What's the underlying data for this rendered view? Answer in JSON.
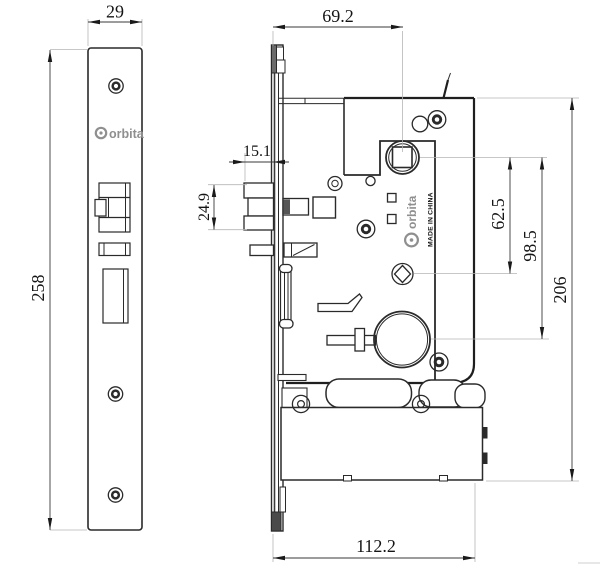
{
  "dimensions": {
    "plate_width": "29",
    "plate_height": "258",
    "backset": "69.2",
    "latch_projection": "15.1",
    "latch_height": "24.9",
    "hub_to_diamond": "62.5",
    "hub_to_cylinder": "98.5",
    "case_height": "206",
    "case_width": "112.2"
  },
  "branding": {
    "logo": "orbita",
    "origin": "MADE IN CHINA"
  }
}
